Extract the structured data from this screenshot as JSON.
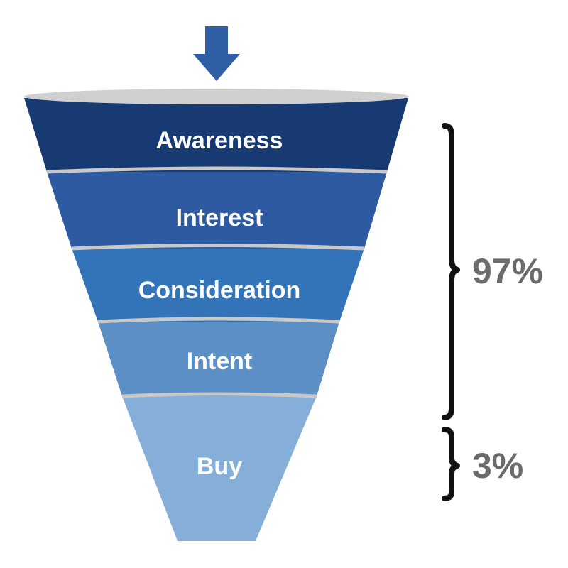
{
  "stages": [
    {
      "label": "Awareness",
      "color": "#173a72"
    },
    {
      "label": "Interest",
      "color": "#2d5aa0"
    },
    {
      "label": "Consideration",
      "color": "#3374b8"
    },
    {
      "label": "Intent",
      "color": "#5b8fc6"
    },
    {
      "label": "Buy",
      "color": "#85aed8"
    }
  ],
  "groups": [
    {
      "label": "97%"
    },
    {
      "label": "3%"
    }
  ],
  "colors": {
    "arrow": "#2f5ea4",
    "rim": "#d0d0d0",
    "separator": "#c8c8c8",
    "bracket": "#111111",
    "percent_text": "#6b6b6b"
  },
  "icons": {
    "entry_arrow": "arrow-down-icon"
  }
}
